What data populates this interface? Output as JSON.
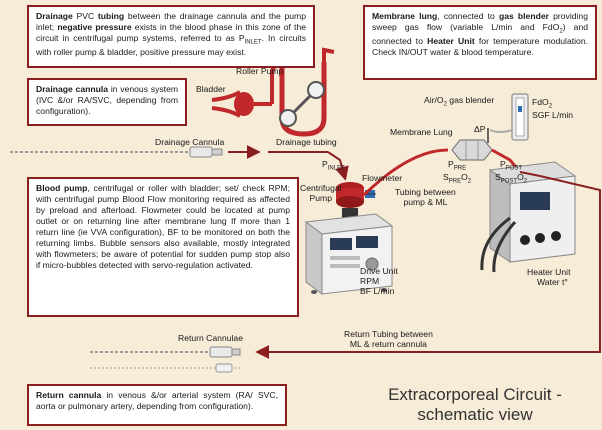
{
  "panels": {
    "drainage_tubing": {
      "t1": "Drainage",
      "t2": " PVC ",
      "t3": "tubing",
      "t4": " between the drainage cannula and the pump inlet; ",
      "t5": "negative pressure",
      "t6": " exists in the blood phase in this zone of the circuit in centrifugal pump systems, referred to as P",
      "t7": "INLET",
      "t8": ". In circuits with roller pump & bladder, positive pressure may exist."
    },
    "drainage_cannula": {
      "t1": "Drainage cannula",
      "t2": " in venous system (IVC &/or RA/SVC, depending from configuration)."
    },
    "membrane_lung": {
      "t1": "Membrane lung",
      "t2": ", connected to ",
      "t3": "gas blender",
      "t4": " providing sweep gas flow (variable L/min and FdO",
      "t5": ") and connected to ",
      "t6": "Heater Unit",
      "t7": " for temperature modulation. Check IN/OUT water & blood temperature."
    },
    "blood_pump": {
      "t1": "Blood pump",
      "t2": ", centrifugal or roller with bladder; set/ check RPM; with centrifugal pump Blood Flow monitoring required as affected by preload and afterload. Flowmeter could be located at pump outlet or on returning line after membrane lung If more than 1 return line (ie VVA configuration), BF to be monitored on both the returning limbs. Bubble sensors also available, mostly integrated with flowmeters; be aware of potential for sudden pump stop also if micro-bubbles detected with servo-regulation activated."
    },
    "return_cannula": {
      "t1": "Return cannula",
      "t2": " in venous &/or arterial system (RA/ SVC, aorta or pulmonary artery, depending from configuration)."
    }
  },
  "labels": {
    "bladder": "Bladder",
    "roller_pump": "Roller Pump",
    "drainage_cannula": "Drainage Cannula",
    "drainage_tubing": "Drainage tubing",
    "p_inlet": "P",
    "p_inlet_sub": "INLET",
    "flowmeter": "Flowmeter",
    "centrifugal_pump_1": "Centrifugal",
    "centrifugal_pump_2": "Pump",
    "tubing_pump_ml_1": "Tubing between",
    "tubing_pump_ml_2": "pump & ML",
    "gas_blender": "Air/O",
    "gas_blender_sub": "2",
    "gas_blender_rest": " gas blender",
    "fdo2": "FdO",
    "fdo2_sub": "2",
    "sgf": "SGF L/min",
    "membrane_lung": "Membrane Lung",
    "delta_p": "ΔP",
    "p_pre": "P",
    "p_pre_sub": "PRE",
    "s_pre": "S",
    "s_pre_sub": "PRE",
    "s_pre_o2": "O",
    "s_pre_o2_sub": "2",
    "p_post": "P",
    "p_post_sub": "POST",
    "s_post": "S",
    "s_post_sub": "POST",
    "s_post_o2": "O",
    "s_post_o2_sub": "2",
    "drive_unit": "Drive Unit",
    "rpm": "RPM",
    "bf": "BF L/min",
    "heater_unit": "Heater Unit",
    "water_t": "Water t°",
    "return_cannulae": "Return Cannulae",
    "return_tubing_1": "Return Tubing between",
    "return_tubing_2": "ML & return cannula",
    "title_1": "Extracorporeal Circuit -",
    "title_2": "schematic view"
  },
  "colors": {
    "accent": "#8b1e1e",
    "tube": "#c0282b",
    "background": "#f7ecd8"
  }
}
